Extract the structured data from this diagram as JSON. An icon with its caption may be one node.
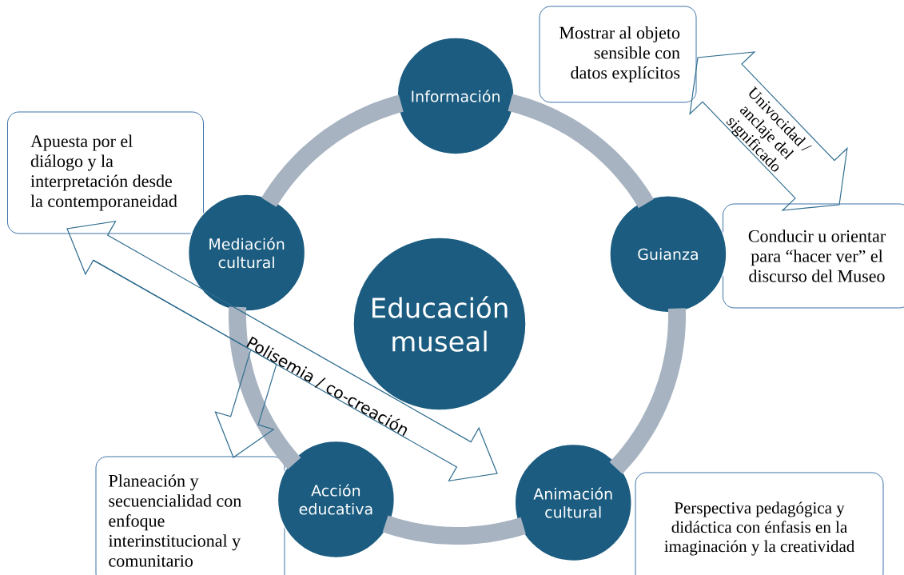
{
  "diagram": {
    "nodes": [
      {
        "text": [
          "Educación museal"
        ]
      },
      {
        "text": [
          "Información"
        ]
      },
      {
        "text": [
          "Guianza"
        ]
      },
      {
        "text": [
          "Animación cultural"
        ]
      },
      {
        "text": [
          "Acción educativa"
        ]
      },
      {
        "text": [
          "Mediación cultural"
        ]
      },
      {
        "text": [
          "Mostrar al objeto sensible con datos explícitos"
        ]
      },
      {
        "text": [
          "Conducir u orientar para “hacer ver” el discurso del Museo"
        ]
      },
      {
        "text": [
          "Perspectiva pedagógica y didáctica con énfasis en la imaginación y la creatividad"
        ]
      },
      {
        "text": [
          "Planeación y secuencialidad con enfoque interinstitucional y comunitario"
        ]
      },
      {
        "text": [
          "Apuesta por el diálogo y la interpretación desde la contemporaneidad"
        ]
      }
    ],
    "edges": [
      {
        "from": 1,
        "to": 2,
        "arrow": "none"
      },
      {
        "from": 2,
        "to": 3,
        "arrow": "none"
      },
      {
        "from": 3,
        "to": 4,
        "arrow": "none"
      },
      {
        "from": 4,
        "to": 5,
        "arrow": "none"
      },
      {
        "from": 5,
        "to": 1,
        "arrow": "none"
      },
      {
        "from": 6,
        "to": 7,
        "arrow": "both",
        "label": "Univocidad / anclaje del significado",
        "color": "#2f6d8f"
      },
      {
        "from": 10,
        "to": 3,
        "arrow": "both",
        "label": "Polisemia / co-creación",
        "color": "#2f6d8f"
      },
      {
        "from": 10,
        "to": 9,
        "arrow": "to",
        "color": "#2f6d8f"
      }
    ]
  }
}
